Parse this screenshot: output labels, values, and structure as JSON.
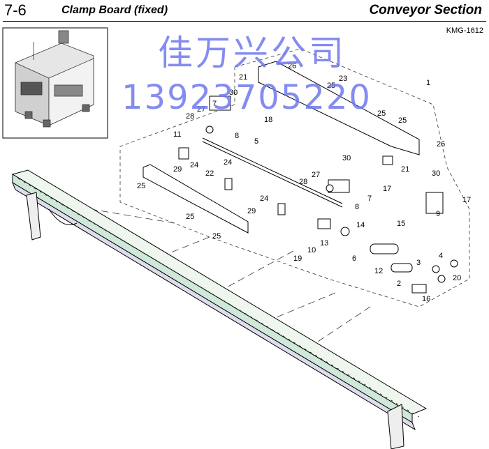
{
  "header": {
    "section_number": "7-6",
    "title": "Clamp Board (fixed)",
    "section": "Conveyor Section"
  },
  "drawing_code": "KMG-1612",
  "watermark": {
    "name": "佳万兴公司",
    "phone": "13923705220"
  },
  "callouts": [
    {
      "id": "c1",
      "text": "1"
    },
    {
      "id": "c26a",
      "text": "26"
    },
    {
      "id": "c23",
      "text": "23"
    },
    {
      "id": "c25a",
      "text": "25"
    },
    {
      "id": "c21a",
      "text": "21"
    },
    {
      "id": "c30a",
      "text": "30"
    },
    {
      "id": "c7a",
      "text": "7"
    },
    {
      "id": "c18",
      "text": "18"
    },
    {
      "id": "c27a",
      "text": "27"
    },
    {
      "id": "c28a",
      "text": "28"
    },
    {
      "id": "c8a",
      "text": "8"
    },
    {
      "id": "c25b",
      "text": "25"
    },
    {
      "id": "c25c",
      "text": "25"
    },
    {
      "id": "c26b",
      "text": "26"
    },
    {
      "id": "c11",
      "text": "11"
    },
    {
      "id": "c5",
      "text": "5"
    },
    {
      "id": "c24a",
      "text": "24"
    },
    {
      "id": "c29a",
      "text": "29"
    },
    {
      "id": "c24b",
      "text": "24"
    },
    {
      "id": "c30b",
      "text": "30"
    },
    {
      "id": "c21b",
      "text": "21"
    },
    {
      "id": "c25d",
      "text": "25"
    },
    {
      "id": "c22",
      "text": "22"
    },
    {
      "id": "c27b",
      "text": "27"
    },
    {
      "id": "c28b",
      "text": "28"
    },
    {
      "id": "c17a",
      "text": "17"
    },
    {
      "id": "c30c",
      "text": "30"
    },
    {
      "id": "c7b",
      "text": "7"
    },
    {
      "id": "c17b",
      "text": "17"
    },
    {
      "id": "c24c",
      "text": "24"
    },
    {
      "id": "c8b",
      "text": "8"
    },
    {
      "id": "c9",
      "text": "9"
    },
    {
      "id": "c25e",
      "text": "25"
    },
    {
      "id": "c29b",
      "text": "29"
    },
    {
      "id": "c14",
      "text": "14"
    },
    {
      "id": "c15",
      "text": "15"
    },
    {
      "id": "c25f",
      "text": "25"
    },
    {
      "id": "c13",
      "text": "13"
    },
    {
      "id": "c10",
      "text": "10"
    },
    {
      "id": "c19",
      "text": "19"
    },
    {
      "id": "c6",
      "text": "6"
    },
    {
      "id": "c3",
      "text": "3"
    },
    {
      "id": "c4",
      "text": "4"
    },
    {
      "id": "c12",
      "text": "12"
    },
    {
      "id": "c20",
      "text": "20"
    },
    {
      "id": "c2",
      "text": "2"
    },
    {
      "id": "c16",
      "text": "16"
    }
  ]
}
